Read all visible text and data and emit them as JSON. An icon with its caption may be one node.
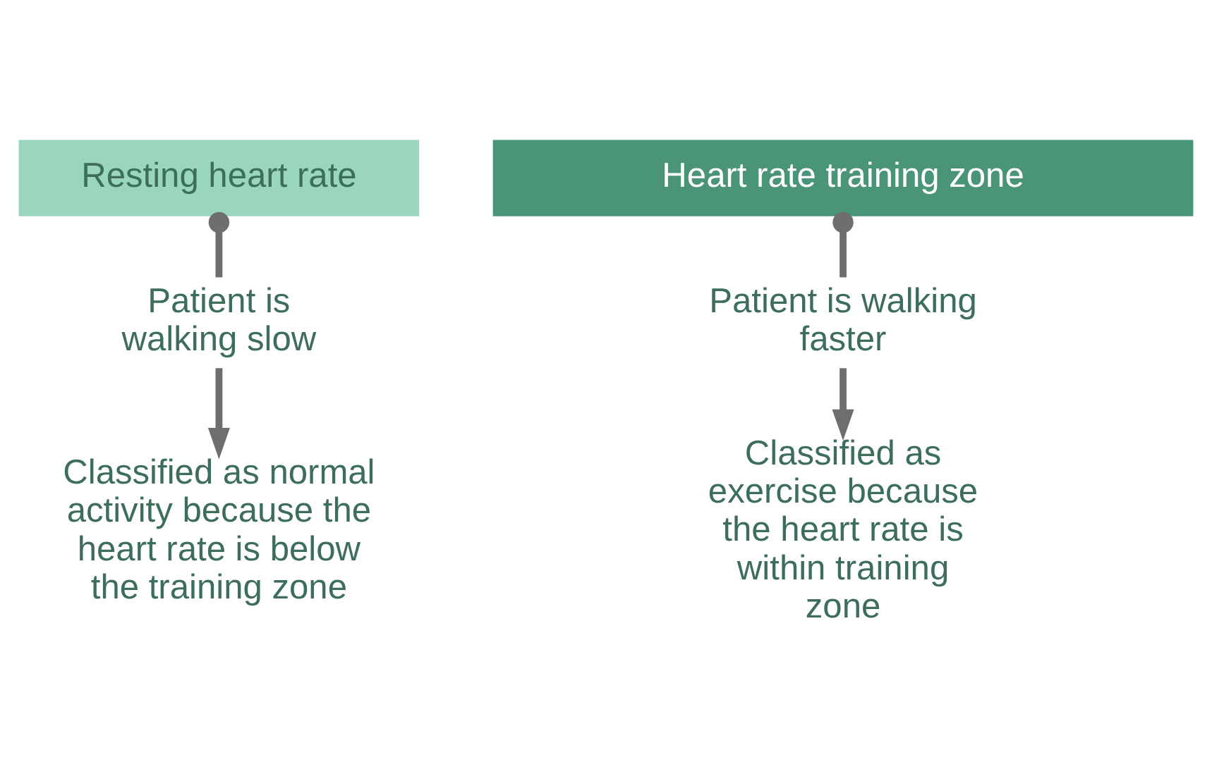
{
  "diagram": {
    "nodes": [
      {
        "text": [
          "Resting heart rate"
        ]
      },
      {
        "text": [
          "Heart rate training zone"
        ]
      },
      {
        "text": [
          "Patient is walking slow"
        ]
      },
      {
        "text": [
          "Patient is walking faster"
        ]
      },
      {
        "text": [
          "Classified as normal activity because the heart rate is below the training zone"
        ]
      },
      {
        "text": [
          "Classified as exercise because the heart rate is within training zone"
        ]
      }
    ],
    "edges": [
      {
        "from": 0,
        "to": 2,
        "arrow": "other"
      },
      {
        "from": 1,
        "to": 3,
        "arrow": "other"
      },
      {
        "from": 2,
        "to": 4,
        "arrow": "to"
      },
      {
        "from": 3,
        "to": 5,
        "arrow": "to"
      }
    ]
  }
}
